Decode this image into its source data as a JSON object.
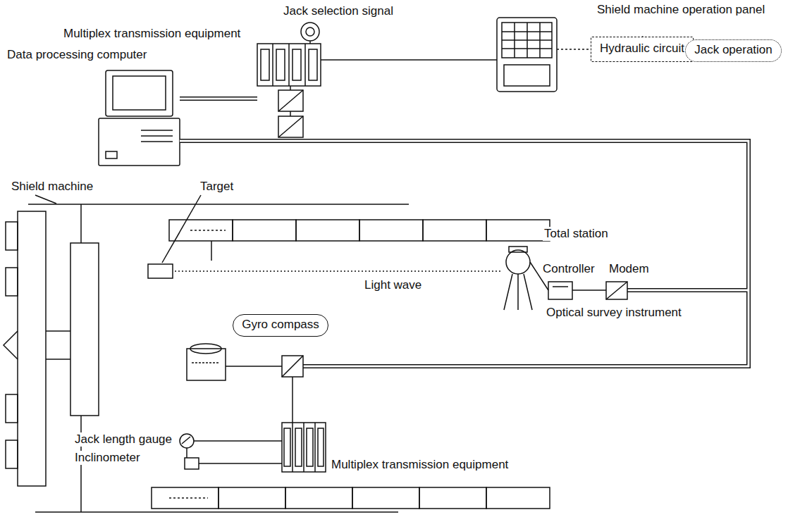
{
  "diagram": {
    "nodes": [
      {
        "text": [
          "Hydraulic circuit"
        ]
      },
      {
        "text": [
          "Jack operation"
        ]
      },
      {
        "text": [
          "Gyro compass"
        ]
      }
    ],
    "edges": [
      {
        "from": 0,
        "to": 1,
        "arrow": "none"
      }
    ],
    "labels": [
      "Jack selection signal",
      "Shield machine operation panel",
      "Multiplex transmission equipment",
      "Data processing computer",
      "Shield machine",
      "Target",
      "Total station",
      "Controller",
      "Modem",
      "Light wave",
      "Optical survey instrument",
      "Jack length gauge",
      "Inclinometer",
      "Multiplex transmission equipment"
    ]
  }
}
